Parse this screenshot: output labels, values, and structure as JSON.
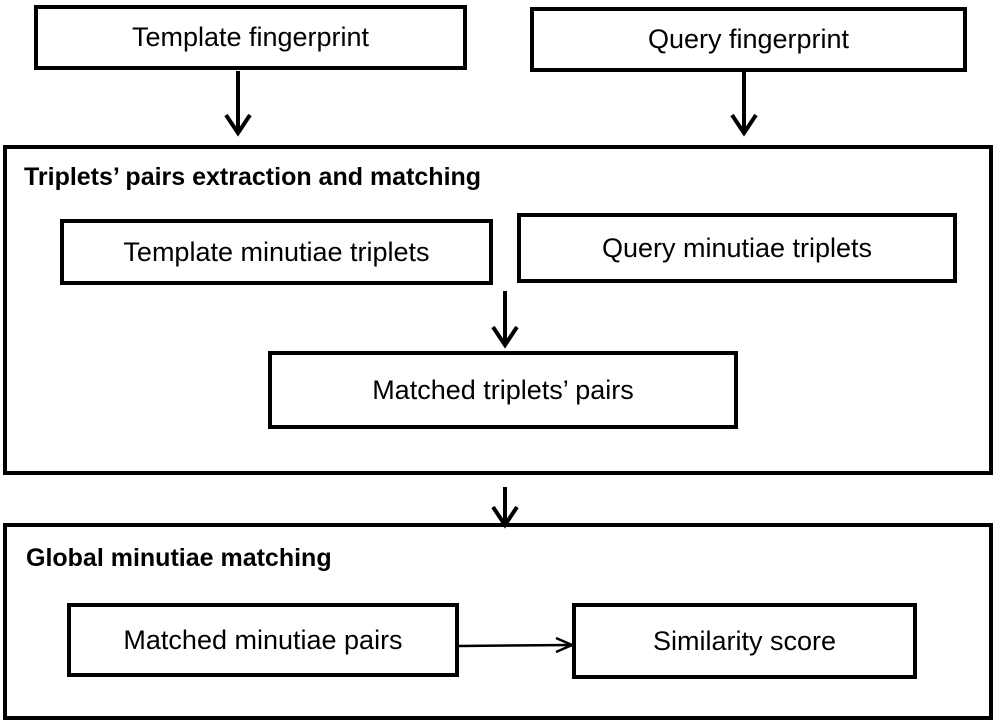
{
  "inputs": {
    "template": "Template fingerprint",
    "query": "Query fingerprint"
  },
  "triplets_section": {
    "title": "Triplets’ pairs extraction and matching",
    "template_triplets": "Template minutiae triplets",
    "query_triplets": "Query minutiae triplets",
    "matched_pairs": "Matched triplets’ pairs"
  },
  "global_section": {
    "title": "Global minutiae matching",
    "matched_minutiae": "Matched minutiae pairs",
    "similarity": "Similarity score"
  }
}
